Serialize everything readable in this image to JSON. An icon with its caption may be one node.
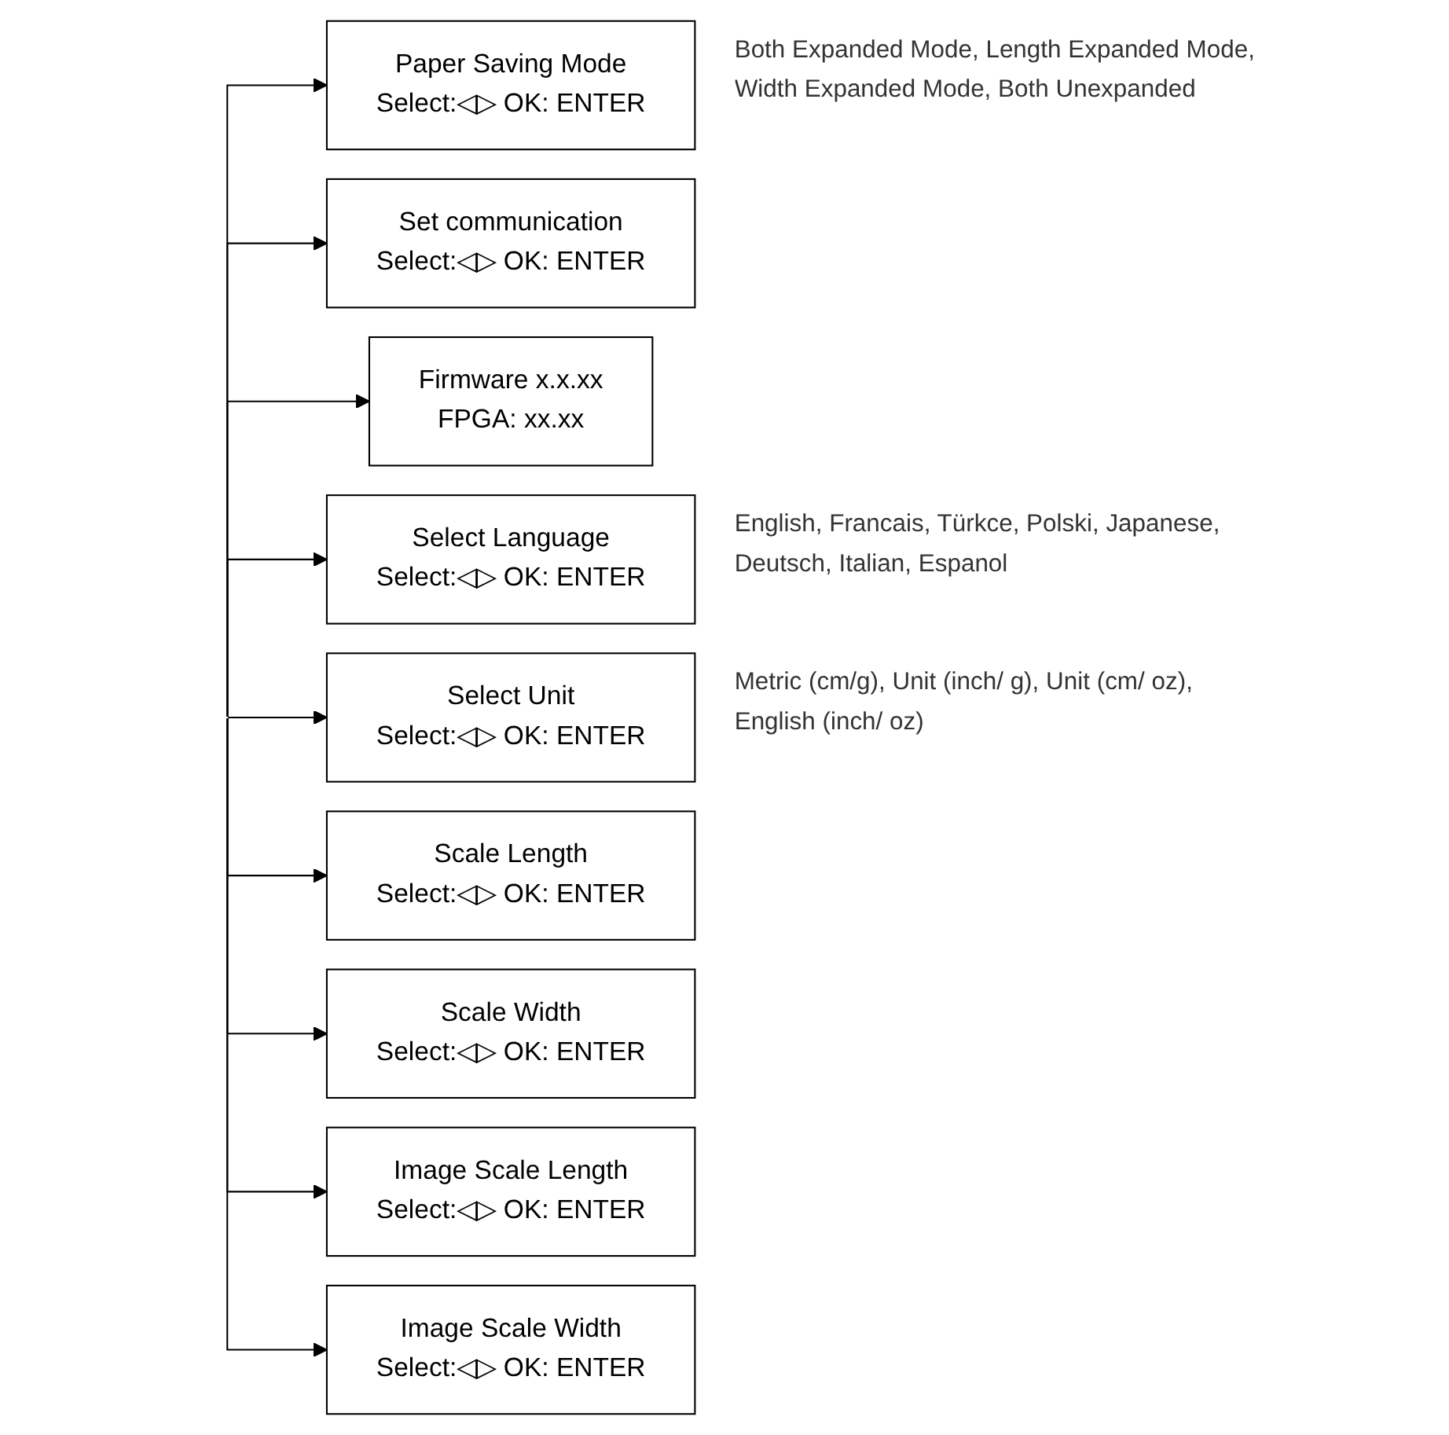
{
  "diagram": {
    "nodes": [
      {
        "text": [
          "Paper Saving Mode",
          "Select:◁▷ OK: ENTER"
        ],
        "beside": [
          "Both Expanded Mode, Length Expanded Mode, Width Expanded Mode, Both Unexpanded"
        ]
      },
      {
        "text": [
          "Set communication",
          "Select:◁▷ OK: ENTER"
        ]
      },
      {
        "text": [
          "Firmware x.x.xx",
          "FPGA: xx.xx"
        ]
      },
      {
        "text": [
          "Select Language",
          "Select:◁▷ OK: ENTER"
        ],
        "beside": [
          "English, Francais, Türkce, Polski, Japanese, Deutsch, Italian, Espanol"
        ]
      },
      {
        "text": [
          "Select Unit",
          "Select:◁▷ OK: ENTER"
        ],
        "beside": [
          "Metric (cm/g), Unit (inch/ g), Unit (cm/ oz), English (inch/ oz)"
        ]
      },
      {
        "text": [
          "Scale Length",
          "Select:◁▷ OK: ENTER"
        ]
      },
      {
        "text": [
          "Scale Width",
          "Select:◁▷ OK: ENTER"
        ]
      },
      {
        "text": [
          "Image Scale Length",
          "Select:◁▷ OK: ENTER"
        ]
      },
      {
        "text": [
          "Image Scale Width",
          "Select:◁▷ OK: ENTER"
        ]
      }
    ],
    "edges": [
      {
        "from": null,
        "to": 0,
        "arrow": "to"
      },
      {
        "from": null,
        "to": 1,
        "arrow": "to"
      },
      {
        "from": null,
        "to": 2,
        "arrow": "to"
      },
      {
        "from": null,
        "to": 3,
        "arrow": "to"
      },
      {
        "from": null,
        "to": 4,
        "arrow": "to"
      },
      {
        "from": null,
        "to": 5,
        "arrow": "to"
      },
      {
        "from": null,
        "to": 6,
        "arrow": "to"
      },
      {
        "from": null,
        "to": 7,
        "arrow": "to"
      },
      {
        "from": null,
        "to": 8,
        "arrow": "to"
      }
    ]
  }
}
